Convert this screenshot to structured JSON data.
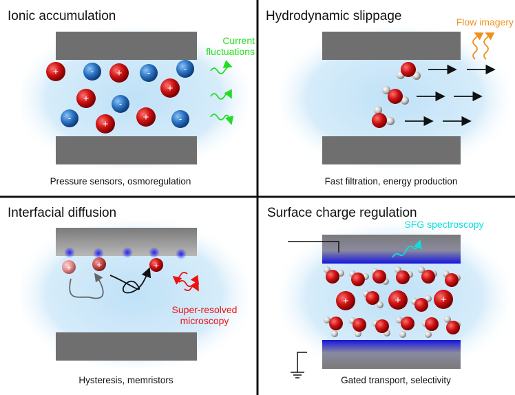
{
  "panels": {
    "ionic": {
      "title": "Ionic accumulation",
      "caption": "Pressure sensors, osmoregulation",
      "annotation": [
        "Current",
        "fluctuations"
      ]
    },
    "hydro": {
      "title": "Hydrodynamic slippage",
      "caption": "Fast filtration, energy production",
      "annotation": "Flow imagery"
    },
    "interfacial": {
      "title": "Interfacial diffusion",
      "caption": "Hysteresis, memristors",
      "annotation": [
        "Super-resolved",
        "microscopy"
      ]
    },
    "surface": {
      "title": "Surface charge regulation",
      "caption": "Gated transport, selectivity",
      "annotation": "SFG spectroscopy"
    }
  },
  "colors": {
    "wall": "#6f6f6f",
    "liquid": "#bfe1f7",
    "cation": "#cc1111",
    "anion": "#2a73c4",
    "green_signal": "#22dd22",
    "orange_signal": "#f0901e",
    "red_signal": "#ee1111",
    "cyan_signal": "#11dddd",
    "charged_layer": "#1a1ae0"
  }
}
